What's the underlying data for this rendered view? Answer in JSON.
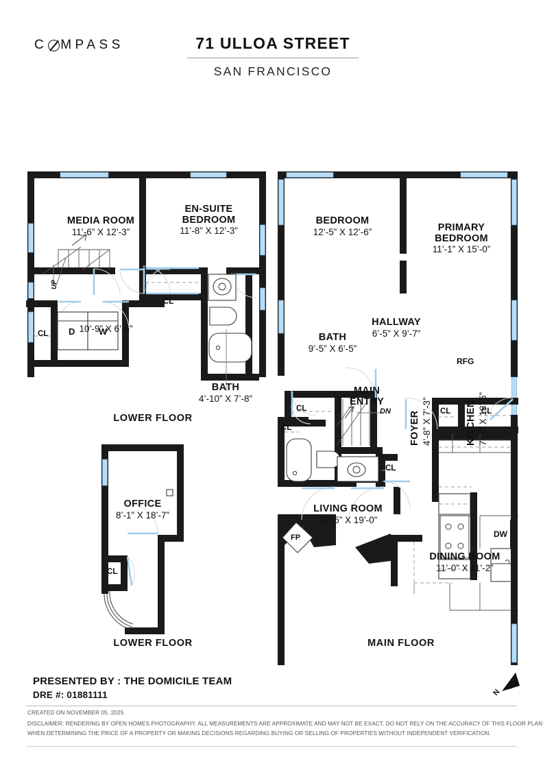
{
  "header": {
    "brand": "C MPASS",
    "brand_pre": "C",
    "brand_post": "MPASS",
    "title": "71 ULLOA STREET",
    "subtitle": "SAN FRANCISCO"
  },
  "plans": {
    "lower_floor_caption": "LOWER FLOOR",
    "lower_floor_caption_2": "LOWER FLOOR",
    "main_floor_caption": "MAIN FLOOR",
    "rooms": [
      {
        "name": "MEDIA ROOM",
        "dim": "11’-6” X 12’-3”"
      },
      {
        "name": "EN-SUITE",
        "dim": ""
      },
      {
        "name": "BEDROOM",
        "dim": "11’-8” X 12’-3”"
      },
      {
        "name": "",
        "dim": "10’-9” X 6’-6”"
      },
      {
        "name": "BATH",
        "dim": "4’-10” X 7’-8”"
      },
      {
        "name": "OFFICE",
        "dim": "8’-1” X 18’-7”"
      },
      {
        "name": "BEDROOM",
        "dim": "12’-5” X 12’-6”"
      },
      {
        "name": "PRIMARY",
        "dim": ""
      },
      {
        "name": "BEDROOM",
        "dim": "11’-1” X 15’-0”"
      },
      {
        "name": "HALLWAY",
        "dim": "6’-5” X 9’-7”"
      },
      {
        "name": "BATH",
        "dim": "9’-5” X 6’-5”"
      },
      {
        "name": "MAIN",
        "dim": ""
      },
      {
        "name": "ENTRY",
        "dim": ""
      },
      {
        "name": "FOYER",
        "dim": "4’-8” X 7’-3”"
      },
      {
        "name": "KITCHEN",
        "dim": "7’-7” X 18’-5”"
      },
      {
        "name": "LIVING ROOM",
        "dim": "12’-5” X 19’-0”"
      },
      {
        "name": "DINING ROOM",
        "dim": "11’-0” X 11’-2”"
      }
    ],
    "labels": {
      "media_room": "MEDIA ROOM",
      "media_room_dim": "11’-6” X 12’-3”",
      "ensuite_line1": "EN-SUITE",
      "ensuite_line2": "BEDROOM",
      "ensuite_dim": "11’-8” X 12’-3”",
      "stair_dim_lower": "10’-9” X 6’-6”",
      "bath_lower": "BATH",
      "bath_lower_dim": "4’-10” X 7’-8”",
      "office": "OFFICE",
      "office_dim": "8’-1” X 18’-7”",
      "bedroom": "BEDROOM",
      "bedroom_dim": "12’-5” X 12’-6”",
      "primary_line1": "PRIMARY",
      "primary_line2": "BEDROOM",
      "primary_dim": "11’-1” X 15’-0”",
      "hallway": "HALLWAY",
      "hallway_dim": "6’-5” X 9’-7”",
      "bath_main": "BATH",
      "bath_main_dim": "9’-5” X 6’-5”",
      "main_entry_l1": "MAIN",
      "main_entry_l2": "ENTRY",
      "foyer": "FOYER",
      "foyer_dim": "4’-8” X 7’-3”",
      "kitchen": "KITCHEN",
      "kitchen_dim": "7’-7” X 18’-5”",
      "living_room": "LIVING ROOM",
      "living_room_dim": "12’-5” X 19’-0”",
      "dining_room": "DINING ROOM",
      "dining_room_dim": "11’-0” X 11’-2”"
    },
    "tags": {
      "cl": "CL",
      "dn": "DN",
      "up": "UP",
      "fp": "FP",
      "d": "D",
      "w": "W",
      "rfg": "RFG",
      "dw": "DW",
      "north": "N"
    }
  },
  "footer": {
    "presented_by": "PRESENTED BY : THE DOMICILE TEAM",
    "dre": "DRE #: 01881111",
    "created": "CREATED ON NOVEMBER 05, 2025",
    "disclaimer_line1": "DISCLAIMER: RENDERING BY OPEN HOMES PHOTOGRAPHY. ALL MEASUREMENTS ARE APPROXIMATE AND MAY NOT BE EXACT. DO NOT RELY ON THE ACCURACY OF THIS FLOOR PLAN",
    "disclaimer_line2": "WHEN DETERMINING THE PRICE OF A PROPERTY OR MAKING DECISIONS REGARDING BUYING OR SELLING OF PROPERTIES WITHOUT INDEPENDENT VERIFICATION."
  },
  "colors": {
    "wall": "#1a1a1a",
    "window": "#b9dcf5",
    "door_arc": "#c7e2f6",
    "fixture_line": "#333333",
    "page_bg": "#ffffff",
    "rule": "#9a9a9a"
  }
}
